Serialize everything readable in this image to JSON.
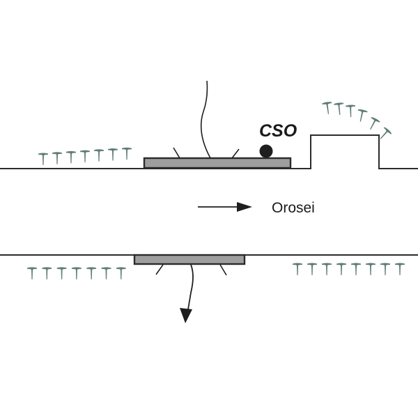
{
  "diagram": {
    "labels": {
      "overflow": "CSO",
      "flow_destination": "Orosei"
    },
    "colors": {
      "line": "#2b2b2b",
      "slab": "#9e9e9e",
      "vegetation": "#5f7d78"
    },
    "icons": {
      "vegetation": "tree-icon",
      "flow_arrow": "arrow-right-icon",
      "infiltration_arrow": "arrow-down-icon",
      "overflow_point": "dot-icon"
    },
    "vegetation_groups": {
      "upper_left_count": 7,
      "upper_right_arc_count": 6,
      "lower_left_count": 7,
      "lower_right_count": 8
    }
  }
}
